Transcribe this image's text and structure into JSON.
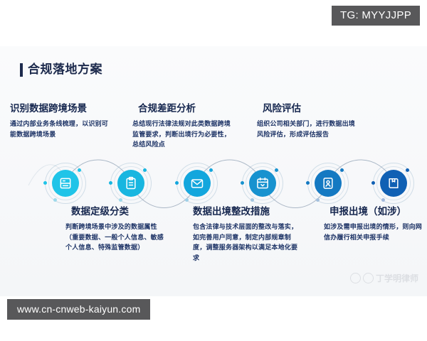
{
  "badges": {
    "tg": "TG: MYYJJPP",
    "url": "www.cn-cnweb-kaiyun.com"
  },
  "card": {
    "title": "合规落地方案",
    "accent_color": "#1d2a4d",
    "background": "#f7f8fa"
  },
  "watermark": {
    "text": "丁学明律师"
  },
  "steps": [
    {
      "index": "1",
      "position": "top",
      "heading": "识别数据跨境场景",
      "description": "通过内部业务条线梳理，以识别可能数据跨境场景",
      "icon": "document-list-icon",
      "color": "#20c4e8"
    },
    {
      "index": "2",
      "position": "bottom",
      "heading": "数据定级分类",
      "description": "判断跨境场景中涉及的数据属性（重要数据、一般个人信息、敏感个人信息、特殊监管数据）",
      "icon": "clipboard-icon",
      "color": "#18b6e0"
    },
    {
      "index": "3",
      "position": "top",
      "heading": "合规差距分析",
      "description": "总结现行法律法规对此类数据跨境监管要求，判断出境行为必要性，总结风险点",
      "icon": "envelope-icon",
      "color": "#13a6dd"
    },
    {
      "index": "4",
      "position": "bottom",
      "heading": "数据出境整改措施",
      "description": "包含法律与技术层面的整改与落实，如完善用户同意，制定内部规章制度，调整服务器架构以满足本地化要求",
      "icon": "calendar-icon",
      "color": "#1792cf"
    },
    {
      "index": "5",
      "position": "top",
      "heading": "风险评估",
      "description": "组织公司相关部门，进行数据出境风险评估，形成评估报告",
      "icon": "contact-card-icon",
      "color": "#1479c2"
    },
    {
      "index": "6",
      "position": "bottom",
      "heading": "申报出境（如涉）",
      "description": "如涉及需申报出境的情形，则向网信办履行相关申报手续",
      "icon": "book-icon",
      "color": "#1060b4"
    }
  ]
}
